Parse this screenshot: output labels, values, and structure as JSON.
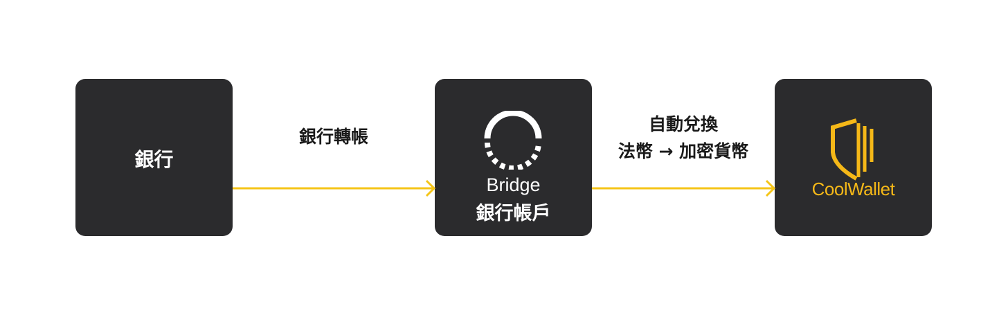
{
  "nodes": {
    "bank": {
      "label": "銀行"
    },
    "bridge": {
      "name": "Bridge",
      "label": "銀行帳戶"
    },
    "coolwallet": {
      "name": "CoolWallet"
    }
  },
  "edges": {
    "bank_to_bridge": {
      "label": "銀行轉帳"
    },
    "bridge_to_coolwallet": {
      "line1": "自動兌換",
      "line2": "法幣 → 加密貨幣"
    }
  },
  "colors": {
    "box": "#2b2b2d",
    "arrow": "#f5c518",
    "brand_yellow": "#f5b818"
  }
}
